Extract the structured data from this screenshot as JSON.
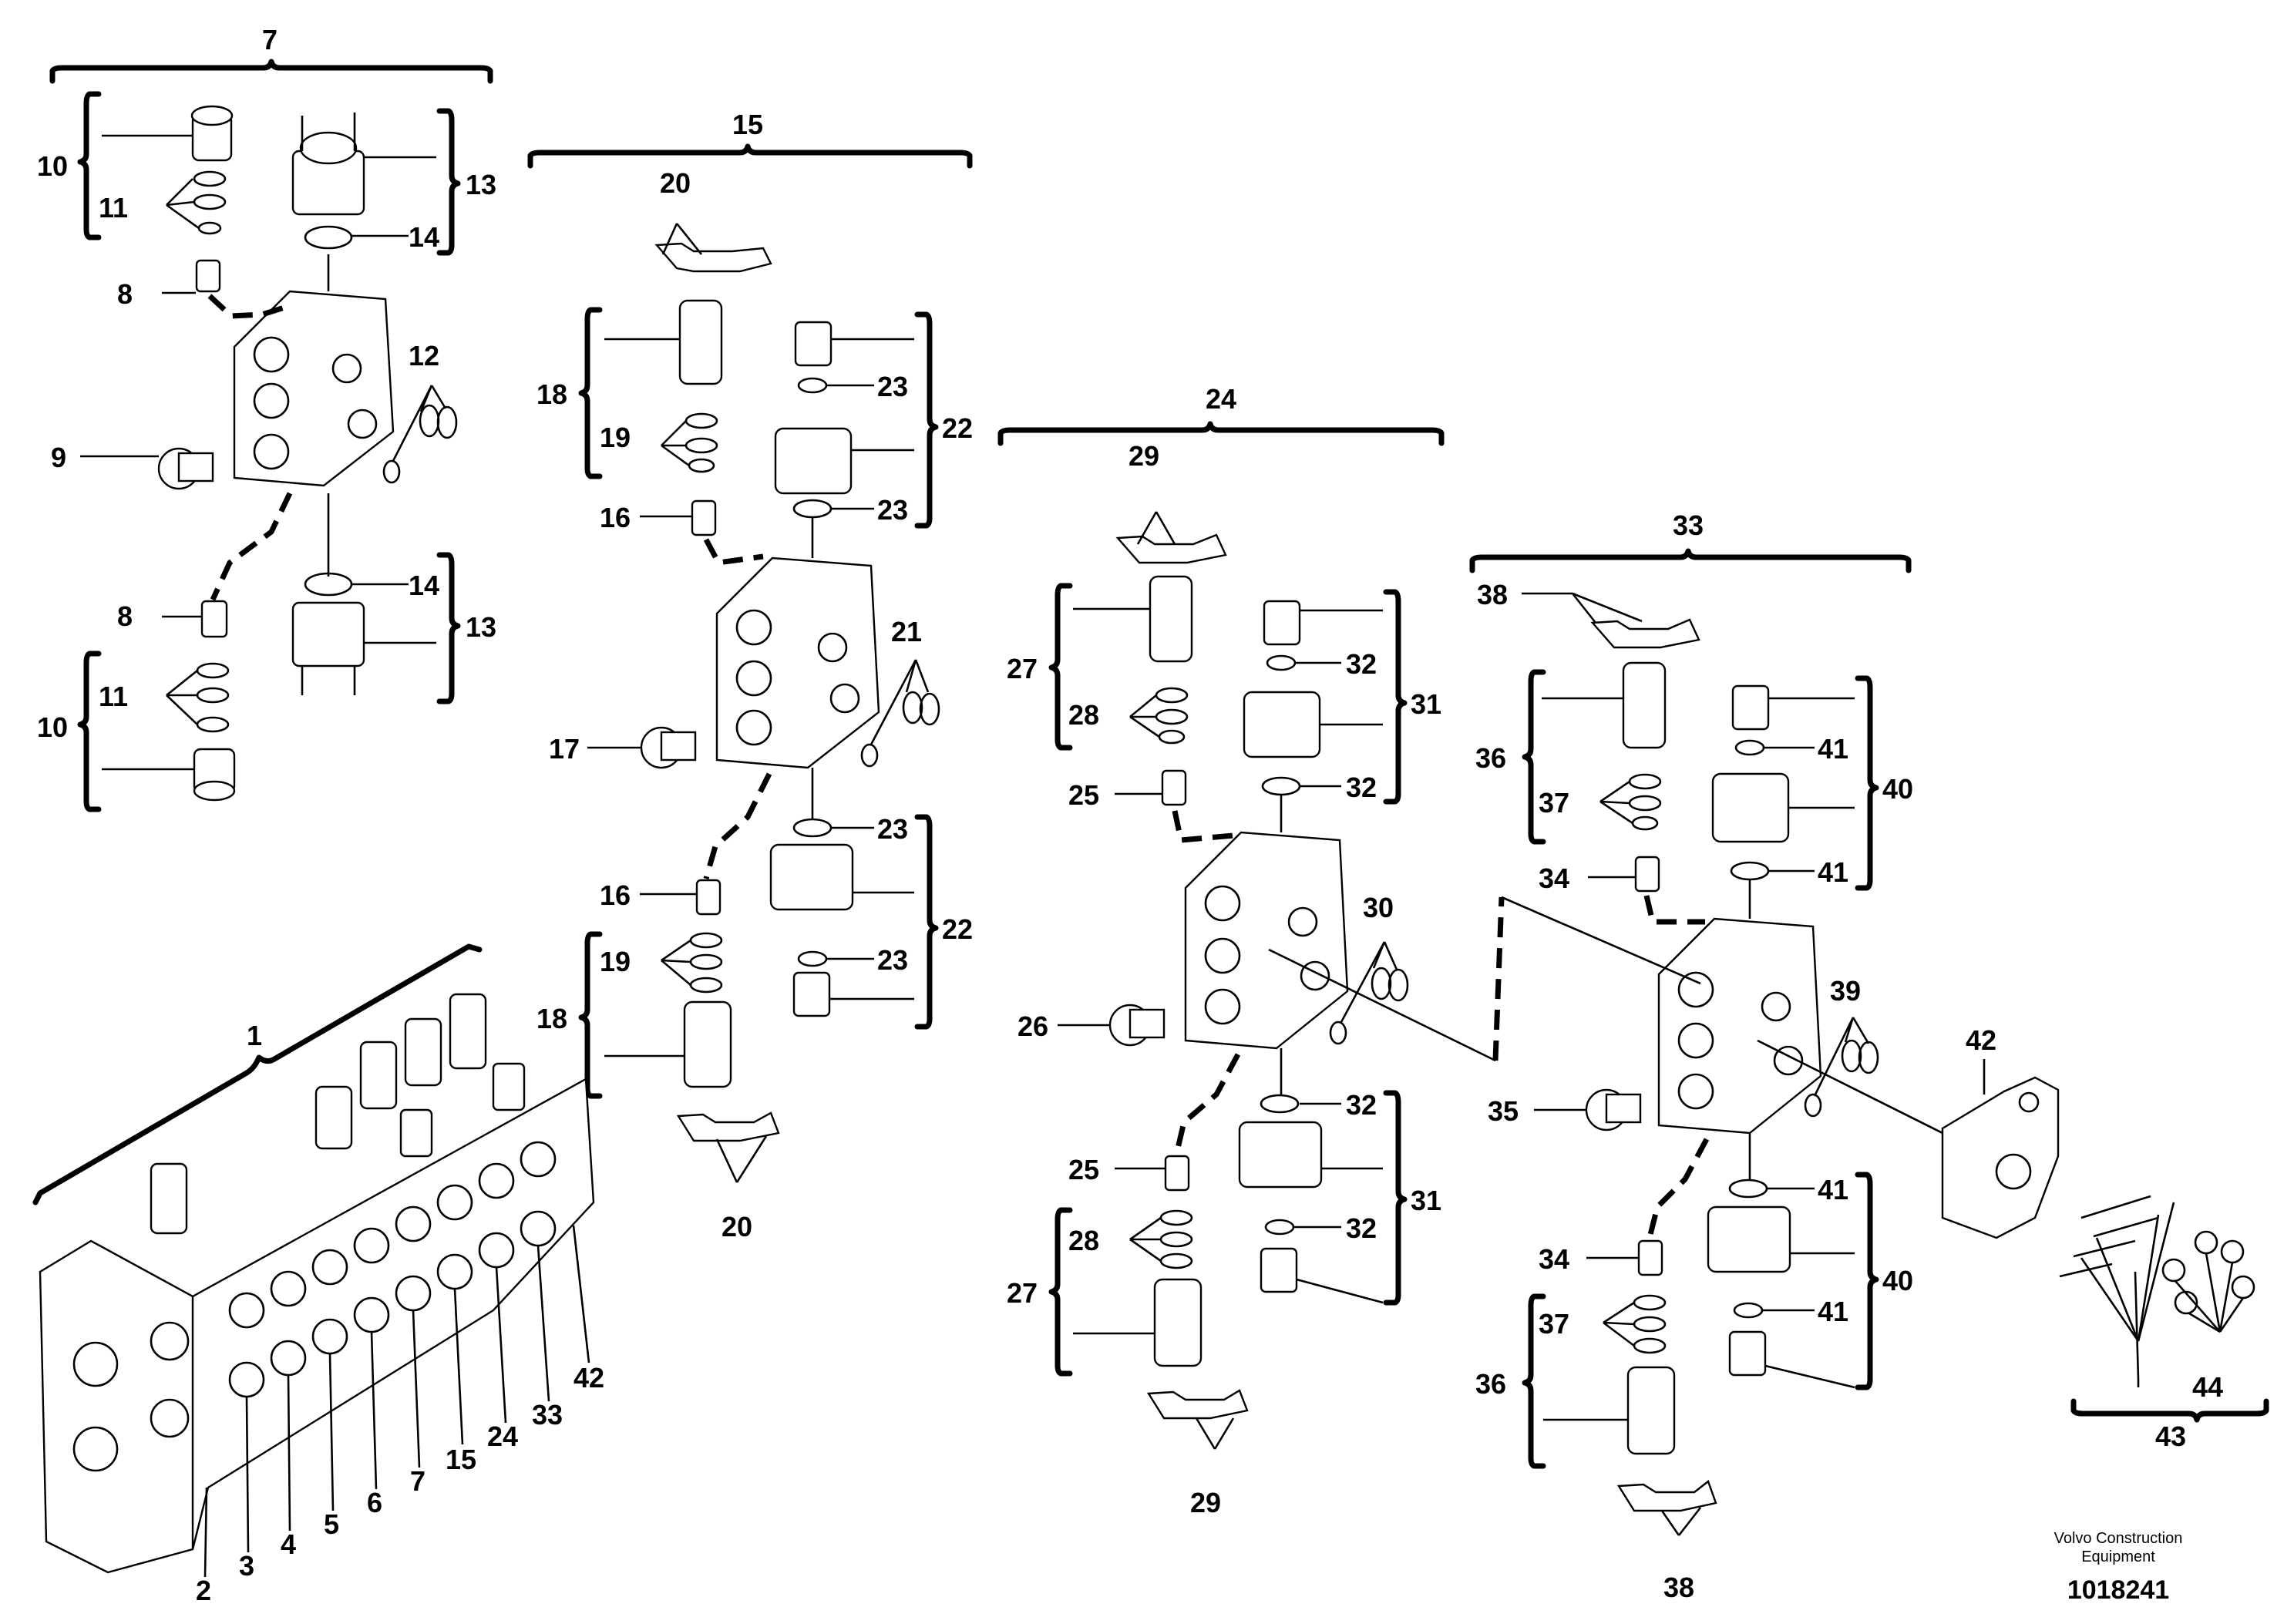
{
  "diagram": {
    "callouts": {
      "1": "1",
      "2": "2",
      "3": "3",
      "4": "4",
      "5": "5",
      "6": "6",
      "7": "7",
      "8": "8",
      "9": "9",
      "10": "10",
      "11": "11",
      "12": "12",
      "13": "13",
      "14": "14",
      "15": "15",
      "16": "16",
      "17": "17",
      "18": "18",
      "19": "19",
      "20": "20",
      "21": "21",
      "22": "22",
      "23": "23",
      "24": "24",
      "25": "25",
      "26": "26",
      "27": "27",
      "28": "28",
      "29": "29",
      "30": "30",
      "31": "31",
      "32": "32",
      "33": "33",
      "34": "34",
      "35": "35",
      "36": "36",
      "37": "37",
      "38": "38",
      "39": "39",
      "40": "40",
      "41": "41",
      "42": "42",
      "43": "43",
      "44": "44"
    },
    "caption": {
      "company_line1": "Volvo Construction",
      "company_line2": "Equipment",
      "drawing_number": "1018241"
    }
  }
}
